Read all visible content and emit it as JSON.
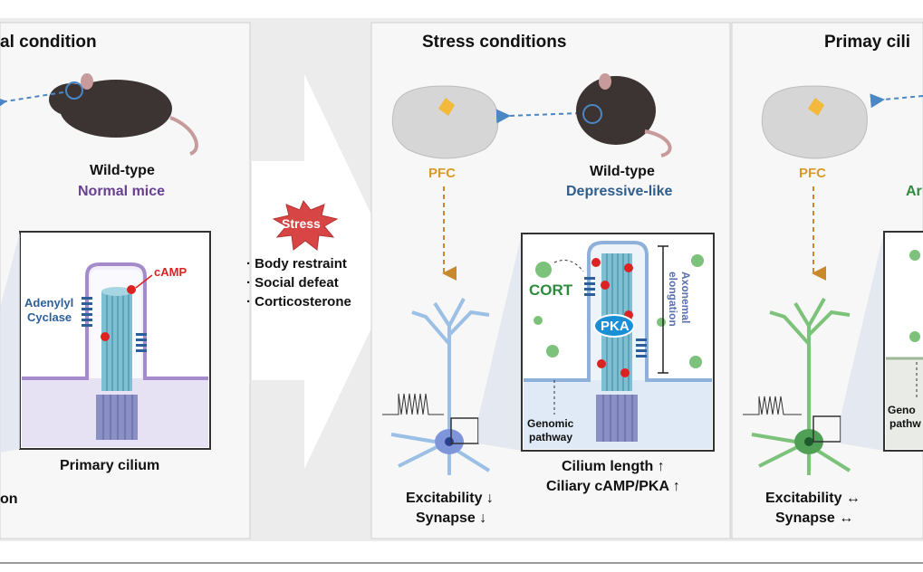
{
  "colors": {
    "panel_bg": "#f3f3f3",
    "purple_text": "#6a3f92",
    "blue_text": "#2f5d8c",
    "green_text": "#2e8b3e",
    "pfc_orange": "#d89a2a",
    "stress_red": "#d84545",
    "cilium_blue": "#6fb3c9",
    "neuron_blue": "#9bbfe5",
    "neuron_green": "#7cc27a"
  },
  "panel_normal": {
    "title": "al condition",
    "mouse_line1": "Wild-type",
    "mouse_line2": "Normal mice",
    "inset_caption": "Primary cilium",
    "label_camp": "cAMP",
    "label_ac_1": "Adenylyl",
    "label_ac_2": "Cyclase",
    "bottom_fragment": "on"
  },
  "stress_arrow": {
    "badge": "Stress",
    "items": [
      "· Body restraint",
      "· Social defeat",
      "· Corticosterone"
    ]
  },
  "panel_stress": {
    "title": "Stress conditions",
    "pfc": "PFC",
    "mouse_line1": "Wild-type",
    "mouse_line2": "Depressive-like",
    "cort": "CORT",
    "pka": "PKA",
    "axonemal_1": "Axonemal",
    "axonemal_2": "elongation",
    "genomic_1": "Genomic",
    "genomic_2": "pathway",
    "caption_1": "Cilium length ↑",
    "caption_2": "Ciliary cAMP/PKA ↑",
    "outcome_1": "Excitability ↓",
    "outcome_2": "Synapse ↓"
  },
  "panel_primary": {
    "title": "Primay cili",
    "pfc": "PFC",
    "mouse_fragment": "Ar",
    "genomic_1": "Geno",
    "genomic_2": "pathw",
    "outcome_1": "Excitability ↔",
    "outcome_2": "Synapse ↔"
  }
}
